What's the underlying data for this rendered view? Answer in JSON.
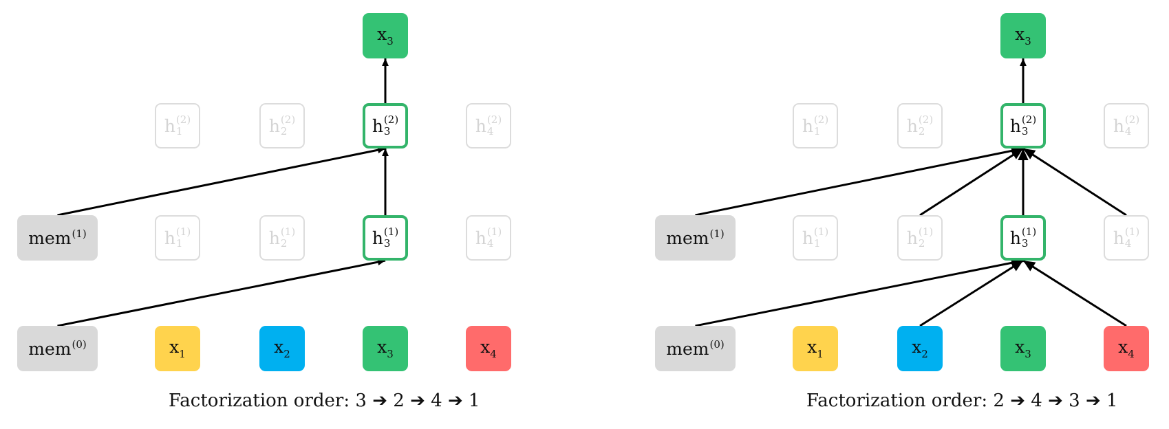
{
  "panels": [
    {
      "caption": {
        "prefix": "Factorization order:",
        "order": [
          "3",
          "2",
          "4",
          "1"
        ],
        "arrow": "➔"
      },
      "memory": [
        {
          "base": "mem",
          "sup": "(1)"
        },
        {
          "base": "mem",
          "sup": "(0)"
        }
      ],
      "inputs": [
        {
          "base": "x",
          "sub": "1",
          "color": "#ffd34d"
        },
        {
          "base": "x",
          "sub": "2",
          "color": "#00b0f0"
        },
        {
          "base": "x",
          "sub": "3",
          "color": "#34c274"
        },
        {
          "base": "x",
          "sub": "4",
          "color": "#ff6b6b"
        }
      ],
      "hidden_layer_1": [
        {
          "base": "h",
          "sub": "1",
          "sup": "(1)",
          "state": "faded"
        },
        {
          "base": "h",
          "sub": "2",
          "sup": "(1)",
          "state": "faded"
        },
        {
          "base": "h",
          "sub": "3",
          "sup": "(1)",
          "state": "active"
        },
        {
          "base": "h",
          "sub": "4",
          "sup": "(1)",
          "state": "faded"
        }
      ],
      "hidden_layer_2": [
        {
          "base": "h",
          "sub": "1",
          "sup": "(2)",
          "state": "faded"
        },
        {
          "base": "h",
          "sub": "2",
          "sup": "(2)",
          "state": "faded"
        },
        {
          "base": "h",
          "sub": "3",
          "sup": "(2)",
          "state": "active"
        },
        {
          "base": "h",
          "sub": "4",
          "sup": "(2)",
          "state": "faded"
        }
      ],
      "output": {
        "base": "x",
        "sub": "3",
        "color": "#34c274"
      },
      "edges_layer1_from": [
        "mem0"
      ],
      "edges_layer2_from": [
        "mem1",
        "h3_1"
      ]
    },
    {
      "caption": {
        "prefix": "Factorization order:",
        "order": [
          "2",
          "4",
          "3",
          "1"
        ],
        "arrow": "➔"
      },
      "memory": [
        {
          "base": "mem",
          "sup": "(1)"
        },
        {
          "base": "mem",
          "sup": "(0)"
        }
      ],
      "inputs": [
        {
          "base": "x",
          "sub": "1",
          "color": "#ffd34d"
        },
        {
          "base": "x",
          "sub": "2",
          "color": "#00b0f0"
        },
        {
          "base": "x",
          "sub": "3",
          "color": "#34c274"
        },
        {
          "base": "x",
          "sub": "4",
          "color": "#ff6b6b"
        }
      ],
      "hidden_layer_1": [
        {
          "base": "h",
          "sub": "1",
          "sup": "(1)",
          "state": "faded"
        },
        {
          "base": "h",
          "sub": "2",
          "sup": "(1)",
          "state": "faded"
        },
        {
          "base": "h",
          "sub": "3",
          "sup": "(1)",
          "state": "active"
        },
        {
          "base": "h",
          "sub": "4",
          "sup": "(1)",
          "state": "faded"
        }
      ],
      "hidden_layer_2": [
        {
          "base": "h",
          "sub": "1",
          "sup": "(2)",
          "state": "faded"
        },
        {
          "base": "h",
          "sub": "2",
          "sup": "(2)",
          "state": "faded"
        },
        {
          "base": "h",
          "sub": "3",
          "sup": "(2)",
          "state": "active"
        },
        {
          "base": "h",
          "sub": "4",
          "sup": "(2)",
          "state": "faded"
        }
      ],
      "output": {
        "base": "x",
        "sub": "3",
        "color": "#34c274"
      },
      "edges_layer1_from": [
        "mem0",
        "x2",
        "x4"
      ],
      "edges_layer2_from": [
        "mem1",
        "h2_1",
        "h3_1",
        "h4_1"
      ]
    }
  ],
  "colors": {
    "memory_fill": "#d9d9d9",
    "active_border": "#33b46a",
    "faded_border": "#dcdcdc",
    "faded_text": "#d4d4d4",
    "edge": "#000000"
  }
}
